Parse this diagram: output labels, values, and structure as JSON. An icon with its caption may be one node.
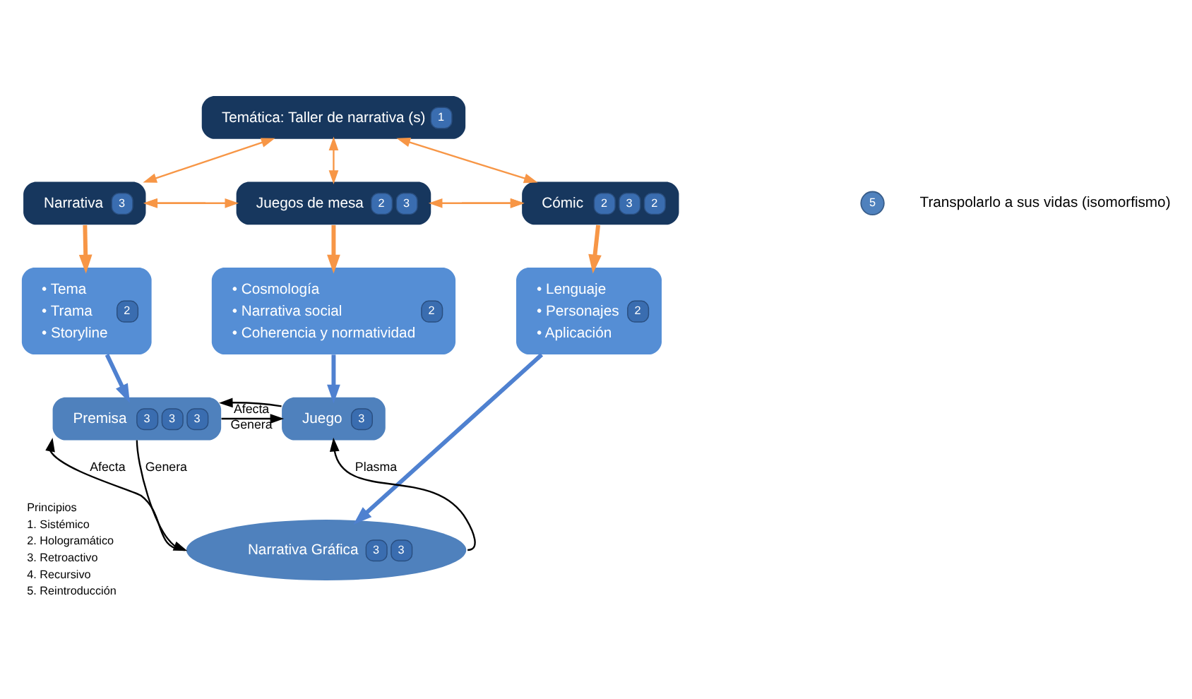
{
  "diagram": {
    "nodes": [
      {
        "text": [
          "Temática: Taller de narrativa (s)",
          "1"
        ]
      },
      {
        "text": [
          "Narrativa",
          "3"
        ]
      },
      {
        "text": [
          "Juegos de mesa",
          "2",
          "3"
        ]
      },
      {
        "text": [
          "Cómic",
          "2",
          "3",
          "2"
        ]
      },
      {
        "text": [
          "• Tema",
          "• Trama",
          "• Storyline",
          "2"
        ]
      },
      {
        "text": [
          "• Cosmología",
          "• Narrativa social",
          "• Coherencia y normatividad",
          "2"
        ]
      },
      {
        "text": [
          "• Lenguaje",
          "• Personajes",
          "• Aplicación",
          "2"
        ]
      },
      {
        "text": [
          "Premisa",
          "3",
          "3",
          "3"
        ]
      },
      {
        "text": [
          "Juego",
          "3"
        ]
      },
      {
        "text": [
          "Narrativa Gráfica",
          "3",
          "3"
        ]
      }
    ],
    "edges": [
      {
        "from": 0,
        "to": 1,
        "arrow": "both"
      },
      {
        "from": 0,
        "to": 2,
        "arrow": "both"
      },
      {
        "from": 0,
        "to": 3,
        "arrow": "both"
      },
      {
        "from": null,
        "to": 1,
        "arrow": "to"
      },
      {
        "from": 1,
        "to": 2,
        "arrow": "both"
      },
      {
        "from": 2,
        "to": 3,
        "arrow": "both"
      },
      {
        "from": null,
        "to": 3,
        "arrow": "to"
      },
      {
        "from": 1,
        "to": 4,
        "arrow": "to",
        "style": "thick"
      },
      {
        "from": 2,
        "to": 5,
        "arrow": "to",
        "style": "thick"
      },
      {
        "from": 3,
        "to": 6,
        "arrow": "to",
        "style": "thick"
      },
      {
        "from": 4,
        "to": 7,
        "arrow": "to",
        "style": "thick",
        "color": "#4f81d0"
      },
      {
        "from": 5,
        "to": 8,
        "arrow": "to",
        "style": "thick",
        "color": "#4f81d0"
      },
      {
        "from": 6,
        "to": 9,
        "arrow": "to",
        "style": "thick",
        "color": "#4f81d0"
      },
      {
        "from": 7,
        "to": 8,
        "arrow": "to",
        "label": "Genera",
        "color": "#000000"
      },
      {
        "from": 8,
        "to": 7,
        "arrow": "to",
        "label": "Afecta",
        "color": "#000000"
      },
      {
        "from": 7,
        "to": 9,
        "arrow": "to",
        "label": "Genera",
        "color": "#000000"
      },
      {
        "from": 9,
        "to": 7,
        "arrow": "to",
        "label": "Afecta",
        "color": "#000000"
      },
      {
        "from": 9,
        "to": 8,
        "arrow": "to",
        "label": "Plasma",
        "color": "#000000"
      }
    ],
    "labels": [
      "Transpolarlo a sus vidas (isomorfismo)",
      "5",
      "Principios",
      "1. Sistémico",
      "2. Hologramático",
      "3. Retroactivo",
      "4. Recursivo",
      "5. Reintroducción"
    ]
  }
}
